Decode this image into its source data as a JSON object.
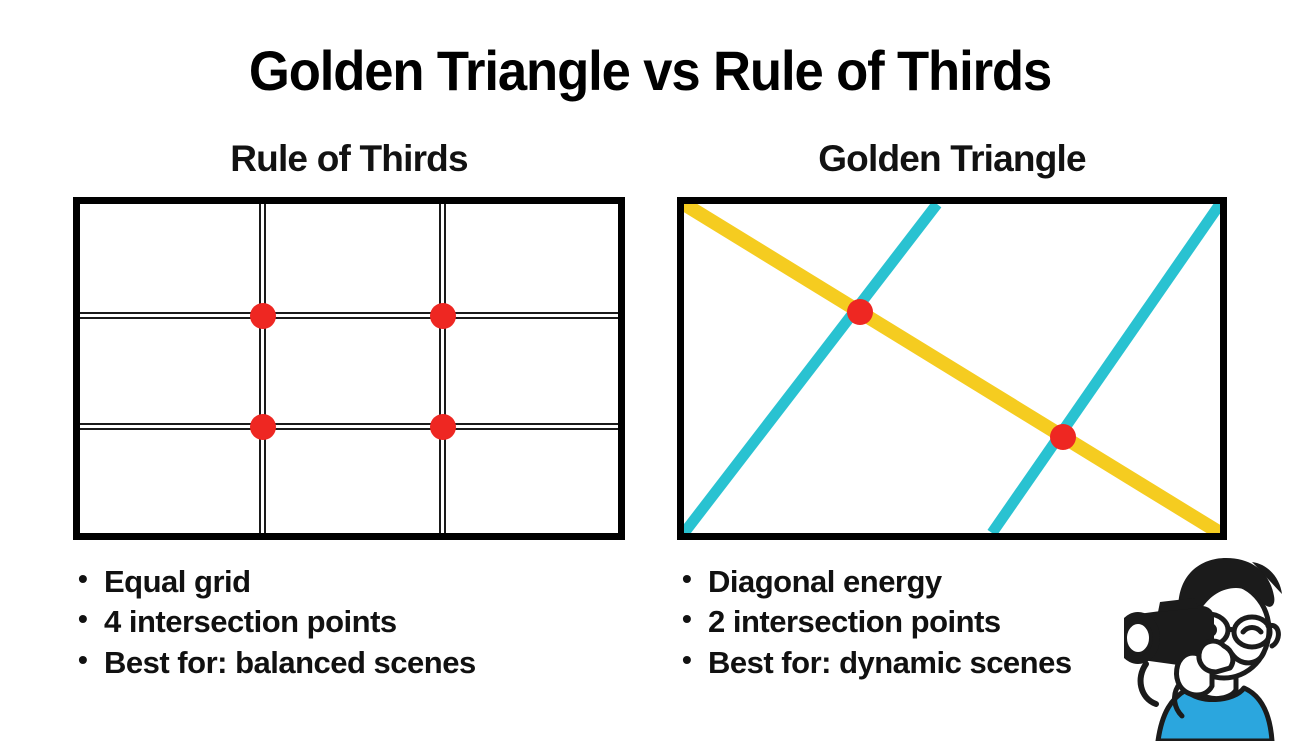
{
  "header": {
    "title": "Golden Triangle vs Rule of Thirds"
  },
  "panels": [
    {
      "id": "rule-of-thirds",
      "title": "Rule of Thirds",
      "diagram": {
        "type": "rule-of-thirds-grid",
        "grid_divisions": 3,
        "intersection_count": 4,
        "line_color": "#1a1a1a",
        "dot_color": "#ee2722",
        "frame_color": "#000000"
      },
      "bullets": [
        "Equal grid",
        "4 intersection points",
        "Best for: balanced scenes"
      ]
    },
    {
      "id": "golden-triangle",
      "title": "Golden Triangle",
      "diagram": {
        "type": "golden-triangle",
        "intersection_count": 2,
        "diagonal_color": "#f5cc20",
        "perpendicular_color": "#29c2d1",
        "dot_color": "#ee2722",
        "frame_color": "#000000"
      },
      "bullets": [
        "Diagonal energy",
        "2 intersection points",
        "Best for: dynamic scenes"
      ]
    }
  ],
  "mascot": {
    "name": "photographer-mascot",
    "hair_color": "#1b1b1b",
    "shirt_color": "#2ba6de",
    "skin_color": "#ffffff",
    "camera_color": "#1b1b1b"
  },
  "chart_data": {
    "type": "diagram",
    "title": "Golden Triangle vs Rule of Thirds",
    "comparison": [
      {
        "name": "Rule of Thirds",
        "lines": 4,
        "intersections": 4,
        "line_style": "orthogonal thirds grid",
        "best_for": "balanced scenes"
      },
      {
        "name": "Golden Triangle",
        "lines": 3,
        "intersections": 2,
        "line_style": "one corner-to-corner diagonal plus two perpendiculars",
        "best_for": "dynamic scenes"
      }
    ]
  }
}
